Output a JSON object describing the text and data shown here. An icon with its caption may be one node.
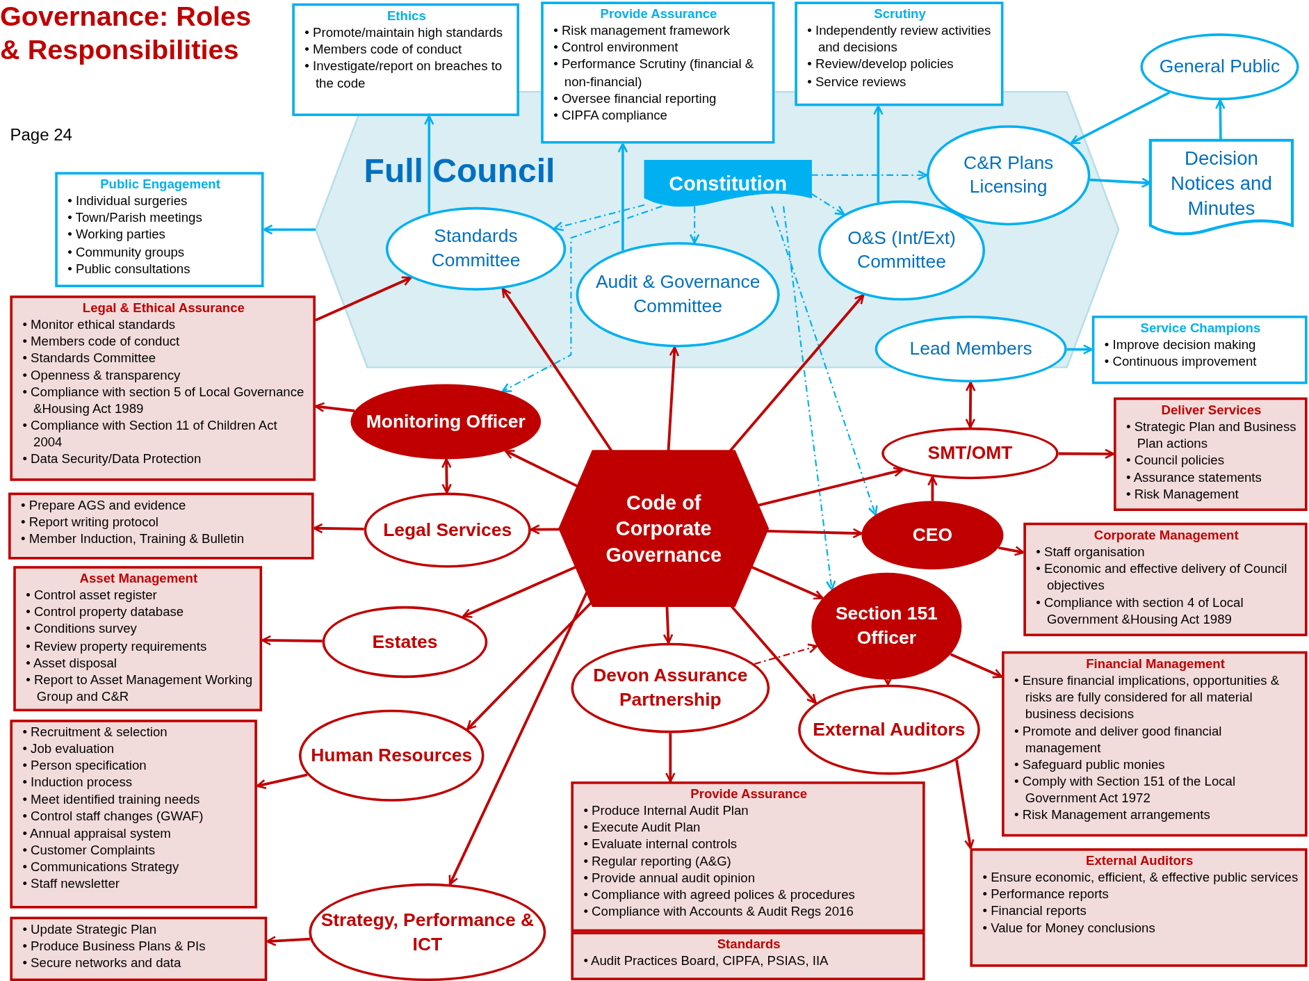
{
  "diagram": {
    "title": "Governance: Roles & Responsibilities",
    "nodes": [
      {
        "text": [
          "Full Council"
        ]
      },
      {
        "text": [
          "Ethics",
          "• Promote/maintain high standards",
          "• Members code of conduct",
          "• Investigate/report on breaches to the code"
        ]
      },
      {
        "text": [
          "Provide Assurance",
          "• Risk management framework",
          "• Control environment",
          "• Performance Scrutiny (financial & non-financial)",
          "• Oversee financial reporting",
          "• CIPFA compliance"
        ]
      },
      {
        "text": [
          "Scrutiny",
          "• Independently review activities and decisions",
          "• Review/develop policies",
          "• Service reviews"
        ]
      },
      {
        "text": [
          "Public Engagement",
          "• Individual surgeries",
          "• Town/Parish meetings",
          "• Working parties",
          "• Community groups",
          "• Public consultations"
        ]
      },
      {
        "text": [
          "General Public"
        ]
      },
      {
        "text": [
          "Standards Committee"
        ],
        "in": 0
      },
      {
        "text": [
          "Constitution"
        ],
        "in": 0
      },
      {
        "text": [
          "C&R Plans Licensing"
        ],
        "in": 0
      },
      {
        "text": [
          "Decision Notices and Minutes"
        ]
      },
      {
        "text": [
          "O&S (Int/Ext) Committee"
        ],
        "in": 0
      },
      {
        "text": [
          "Audit & Governance Committee"
        ],
        "in": 0
      },
      {
        "text": [
          "Lead Members"
        ],
        "in": 0
      },
      {
        "text": [
          "Service Champions",
          "• Improve decision making",
          "• Continuous improvement"
        ]
      },
      {
        "text": [
          "Legal & Ethical Assurance",
          "• Monitor ethical standards",
          "• Members code of conduct",
          "• Standards Committee",
          "• Openness & transparency",
          "• Compliance with section 5 of Local Governance &Housing Act 1989",
          "• Compliance with Section 11 of Children Act 2004",
          "• Data Security/Data Protection"
        ]
      },
      {
        "text": [
          "Monitoring Officer"
        ]
      },
      {
        "text": [
          "• Prepare AGS and evidence",
          "• Report writing protocol",
          "• Member Induction, Training & Bulletin"
        ]
      },
      {
        "text": [
          "Legal Services"
        ]
      },
      {
        "text": [
          "Deliver Services",
          "• Strategic Plan and Business Plan actions",
          "• Council policies",
          "• Assurance statements",
          "• Risk Management"
        ]
      },
      {
        "text": [
          "SMT/OMT"
        ]
      },
      {
        "text": [
          "Code of Corporate Governance"
        ]
      },
      {
        "text": [
          "CEO"
        ]
      },
      {
        "text": [
          "Corporate Management",
          "• Staff organisation",
          "• Economic and effective delivery of Council objectives",
          "• Compliance with section 4 of Local Government &Housing Act 1989"
        ]
      },
      {
        "text": [
          "Asset Management",
          "• Control asset register",
          "• Control property database",
          "• Conditions survey",
          "• Review property requirements",
          "• Asset disposal",
          "• Report to Asset Management Working Group and C&R"
        ]
      },
      {
        "text": [
          "Estates"
        ]
      },
      {
        "text": [
          "Section 151 Officer"
        ]
      },
      {
        "text": [
          "Devon Assurance Partnership"
        ]
      },
      {
        "text": [
          "Financial Management",
          "• Ensure financial implications, opportunities & risks are fully considered for all material business decisions",
          "• Promote and deliver good financial management",
          "• Safeguard public monies",
          "• Comply with Section 151 of the Local Government Act 1972",
          "• Risk Management  arrangements"
        ]
      },
      {
        "text": [
          "External Auditors"
        ]
      },
      {
        "text": [
          "• Recruitment & selection",
          "• Job evaluation",
          "• Person specification",
          "• Induction process",
          "• Meet identified training needs",
          "• Control staff changes (GWAF)",
          "• Annual appraisal system",
          "• Customer Complaints",
          "• Communications Strategy",
          "• Staff newsletter"
        ]
      },
      {
        "text": [
          "Human Resources"
        ]
      },
      {
        "text": [
          "Provide Assurance",
          "• Produce Internal Audit Plan",
          "• Execute Audit Plan",
          "• Evaluate internal controls",
          "• Regular reporting (A&G)",
          "• Provide annual audit opinion",
          "• Compliance with agreed polices & procedures",
          "• Compliance with Accounts & Audit  Regs 2016"
        ]
      },
      {
        "text": [
          "External Auditors",
          "• Ensure economic, efficient, & effective public services",
          "• Performance reports",
          "• Financial reports",
          "• Value for Money conclusions"
        ]
      },
      {
        "text": [
          "• Update Strategic Plan",
          "• Produce Business Plans & PIs",
          "• Secure networks and data"
        ]
      },
      {
        "text": [
          "Strategy, Performance & ICT"
        ]
      },
      {
        "text": [
          "Standards",
          "• Audit Practices Board,  CIPFA,  PSIAS,  IIA"
        ]
      }
    ],
    "edges": [
      {
        "from": 0,
        "to": 4,
        "arrow": "to",
        "color": "#00b0f0"
      },
      {
        "from": 6,
        "to": 1,
        "arrow": "to",
        "color": "#00b0f0"
      },
      {
        "from": 11,
        "to": 2,
        "arrow": "to",
        "color": "#00b0f0"
      },
      {
        "from": 10,
        "to": 3,
        "arrow": "to",
        "color": "#00b0f0"
      },
      {
        "from": 7,
        "to": 8,
        "arrow": "to",
        "style": "dashed",
        "color": "#00b0f0"
      },
      {
        "from": 7,
        "to": 10,
        "arrow": "to",
        "style": "dashed",
        "color": "#00b0f0"
      },
      {
        "from": 7,
        "to": 11,
        "arrow": "to",
        "style": "dashed",
        "color": "#00b0f0"
      },
      {
        "from": 7,
        "to": 6,
        "arrow": "to",
        "style": "dashed",
        "color": "#00b0f0"
      },
      {
        "from": 7,
        "to": 15,
        "arrow": "to",
        "style": "dashed",
        "color": "#00b0f0"
      },
      {
        "from": 7,
        "to": 21,
        "arrow": "to",
        "style": "dashed",
        "color": "#00b0f0"
      },
      {
        "from": 7,
        "to": 25,
        "arrow": "to",
        "style": "dashed",
        "color": "#00b0f0"
      },
      {
        "from": 5,
        "to": 8,
        "arrow": "to",
        "color": "#00b0f0"
      },
      {
        "from": 8,
        "to": 9,
        "arrow": "to",
        "color": "#00b0f0"
      },
      {
        "from": 9,
        "to": 5,
        "arrow": "to",
        "color": "#00b0f0"
      },
      {
        "from": 12,
        "to": 13,
        "arrow": "to",
        "color": "#00b0f0"
      },
      {
        "from": 12,
        "to": 19,
        "arrow": "both"
      },
      {
        "from": 20,
        "to": 6,
        "arrow": "to"
      },
      {
        "from": 20,
        "to": 11,
        "arrow": "to"
      },
      {
        "from": 20,
        "to": 10,
        "arrow": "to"
      },
      {
        "from": 14,
        "to": 6,
        "arrow": "to"
      },
      {
        "from": 15,
        "to": 14,
        "arrow": "to"
      },
      {
        "from": 15,
        "to": 17,
        "arrow": "both"
      },
      {
        "from": 17,
        "to": 16,
        "arrow": "to"
      },
      {
        "from": 20,
        "to": 15,
        "arrow": "to"
      },
      {
        "from": 20,
        "to": 19,
        "arrow": "to"
      },
      {
        "from": 19,
        "to": 18,
        "arrow": "to"
      },
      {
        "from": 20,
        "to": 17,
        "arrow": "to"
      },
      {
        "from": 20,
        "to": 21,
        "arrow": "to"
      },
      {
        "from": 21,
        "to": 19,
        "arrow": "to"
      },
      {
        "from": 21,
        "to": 22,
        "arrow": "to"
      },
      {
        "from": 20,
        "to": 24,
        "arrow": "to"
      },
      {
        "from": 24,
        "to": 23,
        "arrow": "to"
      },
      {
        "from": 20,
        "to": 25,
        "arrow": "to"
      },
      {
        "from": 25,
        "to": 27,
        "arrow": "to"
      },
      {
        "from": 26,
        "to": 25,
        "arrow": "to",
        "style": "dashed"
      },
      {
        "from": 25,
        "to": 28,
        "arrow": "to",
        "style": "dashed"
      },
      {
        "from": 20,
        "to": 26,
        "arrow": "to"
      },
      {
        "from": 26,
        "to": 31,
        "arrow": "to"
      },
      {
        "from": 20,
        "to": 28,
        "arrow": "to"
      },
      {
        "from": 28,
        "to": 32,
        "arrow": "to"
      },
      {
        "from": 20,
        "to": 30,
        "arrow": "to"
      },
      {
        "from": 30,
        "to": 29,
        "arrow": "to"
      },
      {
        "from": 20,
        "to": 34,
        "arrow": "to"
      },
      {
        "from": 34,
        "to": 33,
        "arrow": "to"
      }
    ],
    "labels": [
      "Page 24"
    ]
  }
}
